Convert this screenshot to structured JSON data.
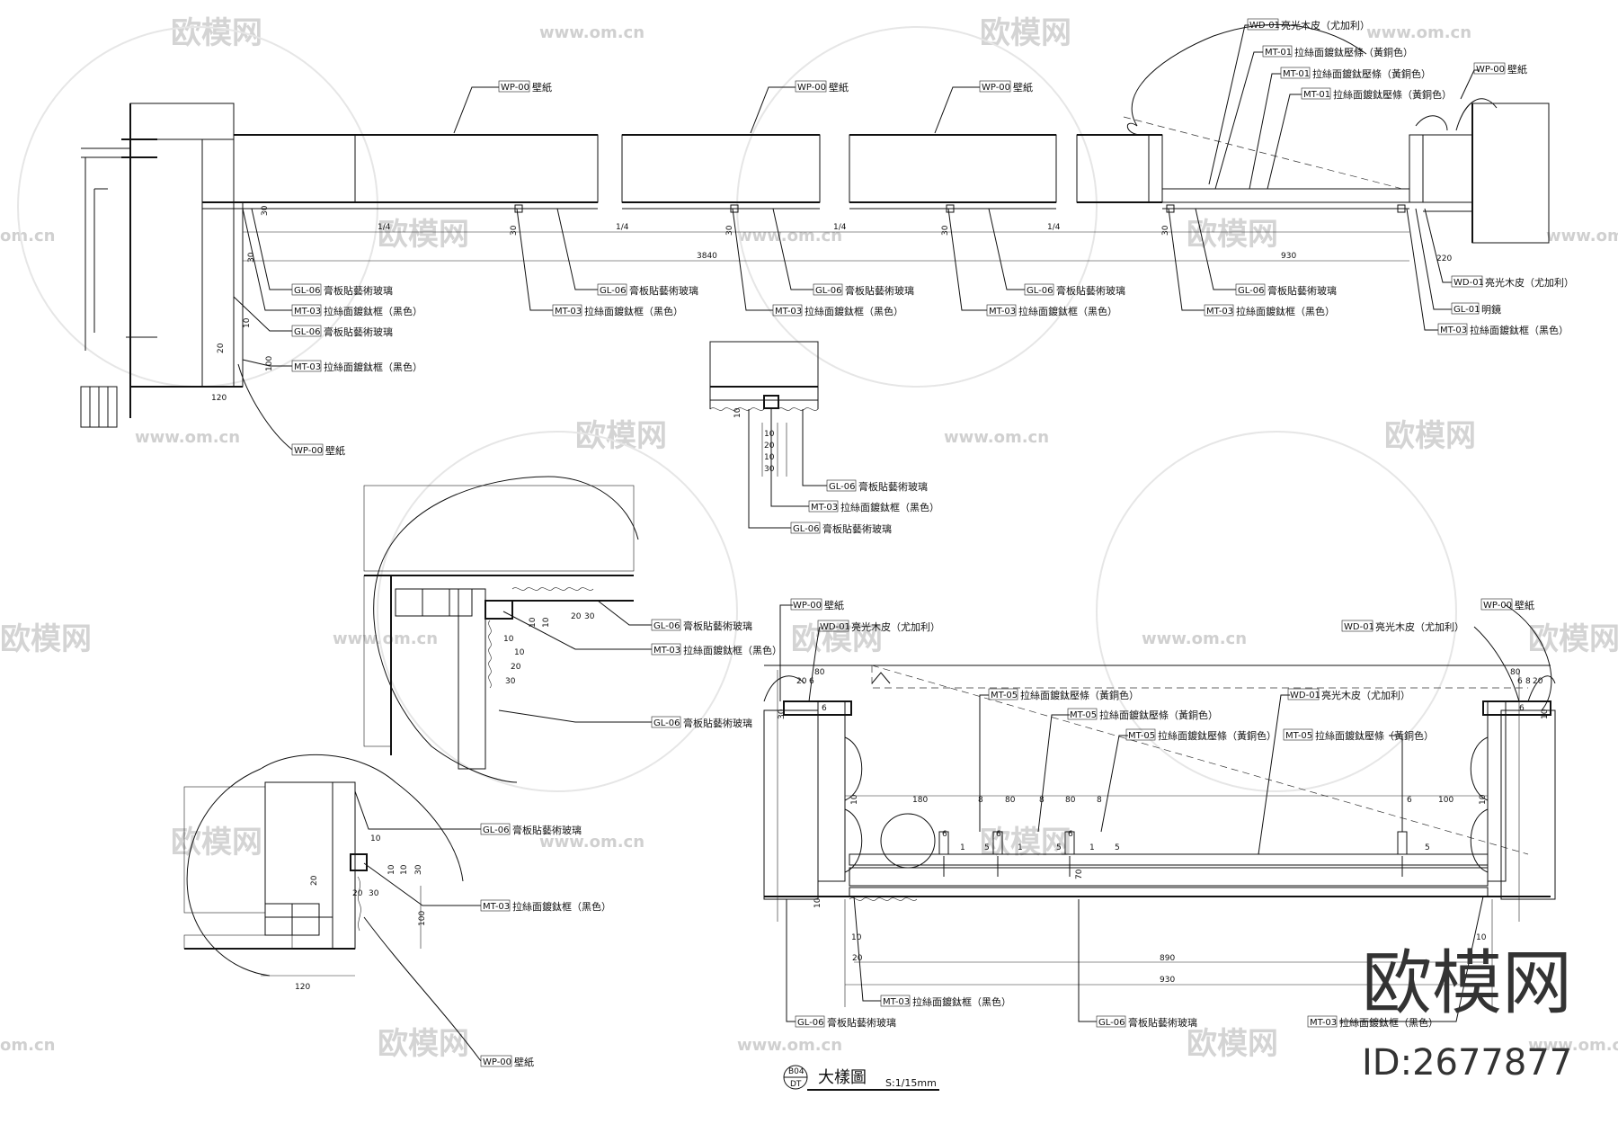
{
  "watermark": {
    "brand": "欧模网",
    "url": "www.om.cn",
    "url_short": "om.cn",
    "id": "ID:2677877"
  },
  "title_block": {
    "sheet_code_top": "B04",
    "sheet_code_bottom": "DT",
    "title": "大樣圖",
    "scale": "S:1/15mm"
  },
  "materials": {
    "wp00": "WP-00",
    "wp00_desc": "壁紙",
    "wd01": "WD-01",
    "wd01_desc": "亮光木皮（尤加利）",
    "mt01": "MT-01",
    "mt01_desc": "拉絲面鍍鈦壓條（黃銅色）",
    "mt03": "MT-03",
    "mt03_desc": "拉絲面鍍鈦框（黑色）",
    "mt05": "MT-05",
    "mt05_desc": "拉絲面鍍鈦壓條（黃銅色）",
    "gl06": "GL-06",
    "gl06_desc": "膏板貼藝術玻璃",
    "gl01": "GL-01",
    "gl01_desc": "明鏡"
  },
  "dimensions": {
    "quarter": "1/4",
    "total_width": "3840",
    "door_width": "930",
    "inner_width": "890",
    "d220": "220",
    "d120": "120",
    "d100": "100",
    "d80": "80",
    "d30": "30",
    "d20": "20",
    "d10": "10",
    "d8": "8",
    "d6": "6",
    "d5": "5",
    "d1": "1",
    "d180": "180",
    "d70": "70"
  }
}
